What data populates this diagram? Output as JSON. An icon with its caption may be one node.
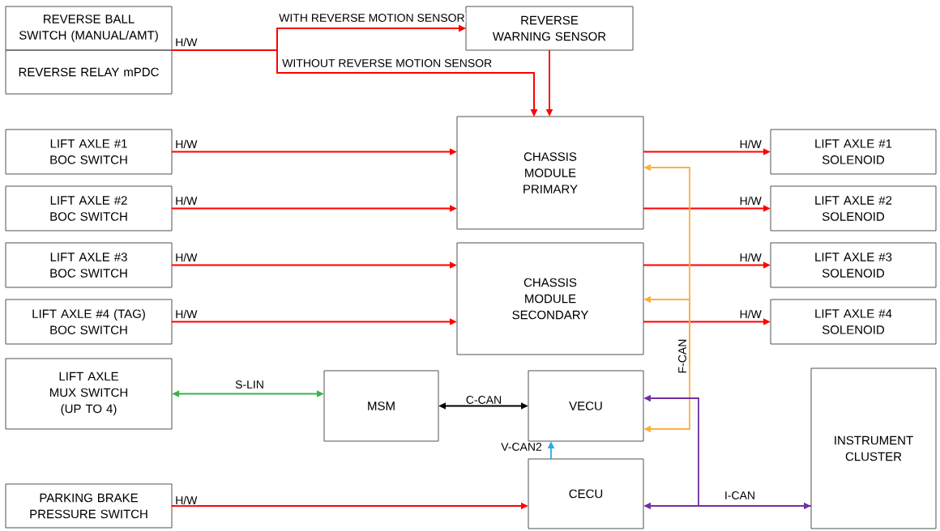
{
  "diagram": {
    "nodes": [
      {
        "text": [
          "REVERSE BALL SWITCH (MANUAL/AMT)"
        ]
      },
      {
        "text": [
          "REVERSE RELAY mPDC"
        ]
      },
      {
        "text": [
          "REVERSE WARNING SENSOR"
        ]
      },
      {
        "text": [
          "LIFT AXLE #1 BOC SWITCH"
        ]
      },
      {
        "text": [
          "LIFT AXLE #2 BOC SWITCH"
        ]
      },
      {
        "text": [
          "LIFT AXLE #3 BOC SWITCH"
        ]
      },
      {
        "text": [
          "LIFT AXLE #4 (TAG) BOC SWITCH"
        ]
      },
      {
        "text": [
          "LIFT AXLE MUX SWITCH (UP TO 4)"
        ]
      },
      {
        "text": [
          "PARKING BRAKE PRESSURE SWITCH"
        ]
      },
      {
        "text": [
          "CHASSIS MODULE PRIMARY"
        ]
      },
      {
        "text": [
          "CHASSIS MODULE SECONDARY"
        ]
      },
      {
        "text": [
          "MSM"
        ]
      },
      {
        "text": [
          "VECU"
        ]
      },
      {
        "text": [
          "CECU"
        ]
      },
      {
        "text": [
          "LIFT AXLE #1 SOLENOID"
        ]
      },
      {
        "text": [
          "LIFT AXLE #2 SOLENOID"
        ]
      },
      {
        "text": [
          "LIFT AXLE #3 SOLENOID"
        ]
      },
      {
        "text": [
          "LIFT AXLE #4 SOLENOID"
        ]
      },
      {
        "text": [
          "INSTRUMENT CLUSTER"
        ]
      }
    ],
    "edges": [
      {
        "from": 0,
        "to": 2,
        "arrow": "to",
        "label": "WITH REVERSE MOTION SENSOR"
      },
      {
        "from": 0,
        "to": 9,
        "arrow": "to",
        "label": "WITHOUT REVERSE MOTION SENSOR"
      },
      {
        "from": 1,
        "to": 2,
        "arrow": "to",
        "label": "H/W"
      },
      {
        "from": 1,
        "to": 9,
        "arrow": "to"
      },
      {
        "from": 2,
        "to": 9,
        "arrow": "to"
      },
      {
        "from": 3,
        "to": 9,
        "arrow": "to",
        "label": "H/W"
      },
      {
        "from": 4,
        "to": 9,
        "arrow": "to",
        "label": "H/W"
      },
      {
        "from": 5,
        "to": 10,
        "arrow": "to",
        "label": "H/W"
      },
      {
        "from": 6,
        "to": 10,
        "arrow": "to",
        "label": "H/W"
      },
      {
        "from": 9,
        "to": 14,
        "arrow": "to",
        "label": "H/W"
      },
      {
        "from": 9,
        "to": 15,
        "arrow": "to",
        "label": "H/W"
      },
      {
        "from": 10,
        "to": 16,
        "arrow": "to",
        "label": "H/W"
      },
      {
        "from": 10,
        "to": 17,
        "arrow": "to",
        "label": "H/W"
      },
      {
        "from": 7,
        "to": 11,
        "arrow": "both",
        "label": "S-LIN",
        "color": "#39b54a"
      },
      {
        "from": 11,
        "to": 12,
        "arrow": "both",
        "label": "C-CAN",
        "color": "#000000"
      },
      {
        "from": 13,
        "to": 12,
        "arrow": "to",
        "label": "V-CAN2",
        "color": "#29abe2"
      },
      {
        "from": 8,
        "to": 13,
        "arrow": "to",
        "label": "H/W"
      },
      {
        "from": null,
        "to": 9,
        "arrow": "to",
        "label": "F-CAN",
        "color": "#fbb040"
      },
      {
        "from": null,
        "to": 10,
        "arrow": "to",
        "color": "#fbb040"
      },
      {
        "from": null,
        "to": 12,
        "arrow": "to",
        "color": "#fbb040"
      },
      {
        "from": 18,
        "to": 13,
        "arrow": "both",
        "label": "I-CAN",
        "color": "#7030a0"
      },
      {
        "from": 18,
        "to": 12,
        "arrow": "to",
        "color": "#7030a0"
      }
    ]
  }
}
